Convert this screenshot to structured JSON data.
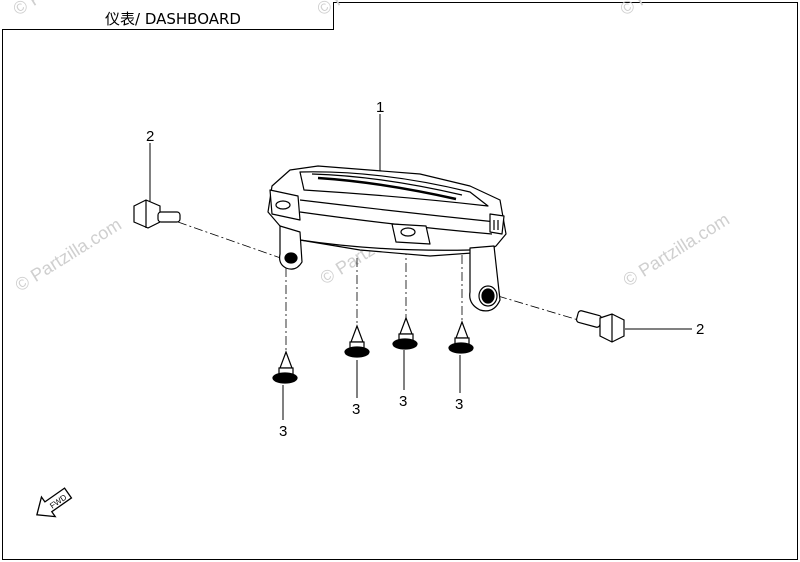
{
  "header": {
    "title": "仪表/ DASHBOARD"
  },
  "callouts": {
    "dashboard": "1",
    "bolt_left": "2",
    "bolt_right": "2",
    "rivet_1": "3",
    "rivet_2": "3",
    "rivet_3": "3",
    "rivet_4": "3"
  },
  "watermark": {
    "text_left": "© Partzilla.com",
    "text_center": "© Partzilla.com",
    "text_right": "© Partzilla.com",
    "text_top_left": "© Partzilla.com",
    "text_top_center": "© Partzilla.com",
    "text_top_right": "© Partzilla.com"
  },
  "direction_marker": {
    "label": "FWD",
    "icon": "forward-arrow-icon"
  },
  "colors": {
    "line": "#000000",
    "watermark": "#cfcfcf",
    "background": "#ffffff"
  }
}
